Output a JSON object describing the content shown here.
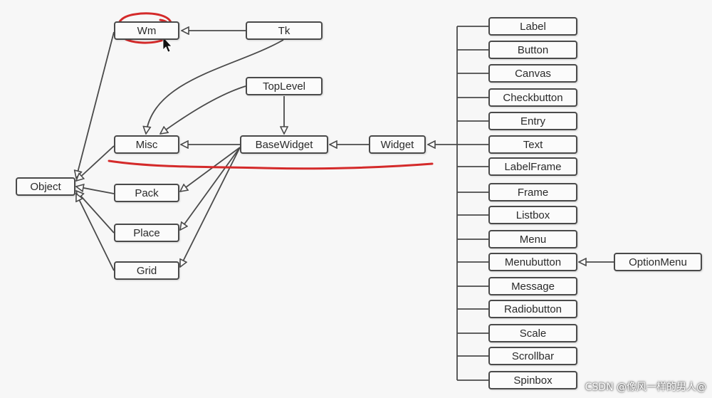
{
  "nodes": {
    "wm": "Wm",
    "tk": "Tk",
    "toplevel": "TopLevel",
    "misc": "Misc",
    "basewidget": "BaseWidget",
    "widget": "Widget",
    "object": "Object",
    "pack": "Pack",
    "place": "Place",
    "grid": "Grid",
    "label": "Label",
    "button": "Button",
    "canvas": "Canvas",
    "checkbutton": "Checkbutton",
    "entry": "Entry",
    "text": "Text",
    "labelframe": "LabelFrame",
    "frame": "Frame",
    "listbox": "Listbox",
    "menu": "Menu",
    "menubutton": "Menubutton",
    "optionmenu": "OptionMenu",
    "message": "Message",
    "radiobutton": "Radiobutton",
    "scale": "Scale",
    "scrollbar": "Scrollbar",
    "spinbox": "Spinbox"
  },
  "watermark": "CSDN @像风一样的男人@",
  "annotation_color": "#d42a2a",
  "line_color": "#4a4a4a"
}
